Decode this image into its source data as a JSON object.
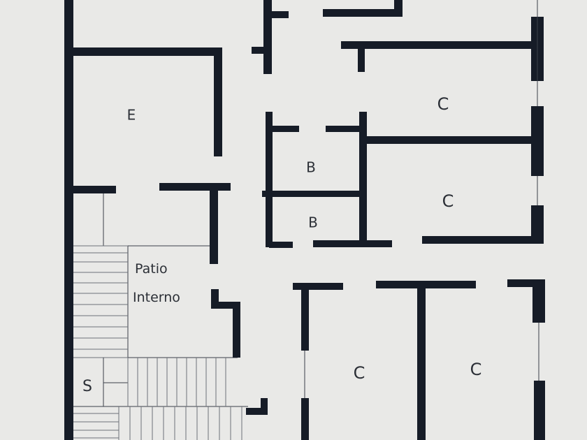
{
  "plan": {
    "room_labels": {
      "e": "E",
      "b_upper": "B",
      "b_lower": "B",
      "c_1": "C",
      "c_2": "C",
      "c_3": "C",
      "c_4": "C",
      "s": "S"
    },
    "patio": {
      "line1": "Patio",
      "line2": "Interno"
    }
  }
}
